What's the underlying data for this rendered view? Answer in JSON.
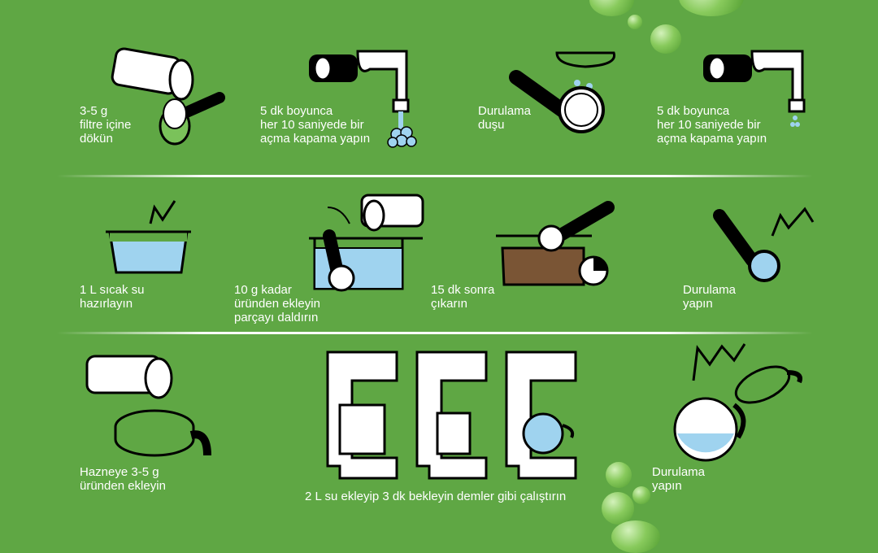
{
  "steps": [
    {
      "label": "3-5 g\nfiltre içine\ndökün"
    },
    {
      "label": "5 dk boyunca\nher 10 saniyede bir\naçma kapama yapın"
    },
    {
      "label": "Durulama\nduşu"
    },
    {
      "label": "5 dk boyunca\nher 10 saniyede bir\naçma kapama yapın"
    },
    {
      "label": "1 L sıcak su\nhazırlayın"
    },
    {
      "label": "10 g kadar\nüründen ekleyin\nparçayı daldırın"
    },
    {
      "label": "15 dk sonra\nçıkarın"
    },
    {
      "label": "Durulama\nyapın"
    },
    {
      "label": "Hazneye 3-5 g\nüründen ekleyin"
    },
    {
      "label": "2 L su ekleyip 3 dk bekleyin demler gibi çalıştırın"
    },
    {
      "label": "Durulama\nyapın"
    }
  ],
  "colors": {
    "background": "#5fa744",
    "water": "#9fd3ef",
    "coffee": "#7a5535"
  }
}
